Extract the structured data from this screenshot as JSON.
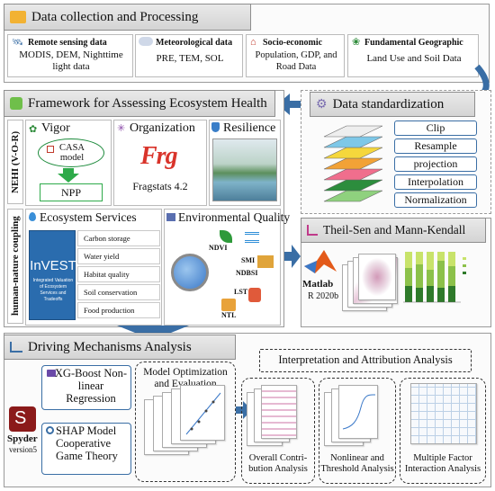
{
  "data_collection": {
    "title": "Data collection and Processing",
    "items": [
      {
        "heading": "Remote sensing data",
        "body": "MODIS, DEM, Nighttime light data"
      },
      {
        "heading": "Meteorological data",
        "body": "PRE, TEM, SOL"
      },
      {
        "heading": "Socio-economic",
        "body": "Population, GDP, and Road Data"
      },
      {
        "heading": "Fundamental Geographic",
        "body": "Land Use and Soil Data"
      }
    ]
  },
  "standardization": {
    "title": "Data standardization",
    "steps": [
      "Clip",
      "Resample",
      "projection",
      "Interpolation",
      "Normalization"
    ]
  },
  "framework": {
    "title": "Framework for Assessing Ecosystem Health",
    "nehi_label": "NEHI (V-O-R)",
    "coupling_label": "human-nature coupling",
    "vigor": {
      "title": "Vigor",
      "model": "CASA model",
      "output": "NPP"
    },
    "organization": {
      "title": "Organization",
      "logo": "Frg",
      "tool": "Fragstats 4.2"
    },
    "resilience": {
      "title": "Resilience"
    },
    "ecosystem_services": {
      "title": "Ecosystem Services",
      "logo_main": "InVEST",
      "logo_sub": "Integrated Valuation of Ecosystem Services and Tradeoffs",
      "items": [
        "Carbon storage",
        "Water yield",
        "Habitat quality",
        "Soil conservation",
        "Food production"
      ]
    },
    "environmental_quality": {
      "title": "Environmental Quality",
      "indices": [
        "NDVI",
        "SMI",
        "NDBSI",
        "LST",
        "NTL"
      ]
    }
  },
  "theil_sen": {
    "title": "Theil-Sen and Mann-Kendall",
    "tool": "Matlab",
    "version": "R 2020b"
  },
  "driving": {
    "title": "Driving Mechanisms Analysis",
    "spyder": {
      "name": "Spyder",
      "version": "version5"
    },
    "xgboost": "XG-Boost Non-linear Regression",
    "shap": "SHAP Model Cooperative Game Theory",
    "optimization": "Model Optimization and Evaluation",
    "interpretation": "Interpretation and Attribution Analysis",
    "analyses": [
      "Overall Contri- bution Analysis",
      "Nonlinear and Threshold Analysis",
      "Multiple Factor Interaction Analysis"
    ]
  },
  "colors": {
    "accent_blue": "#3a6ea5",
    "nehi_green": "#1c8a3b",
    "panel_bg": "#fbfbfb",
    "invest_blue": "#2a6cae"
  }
}
